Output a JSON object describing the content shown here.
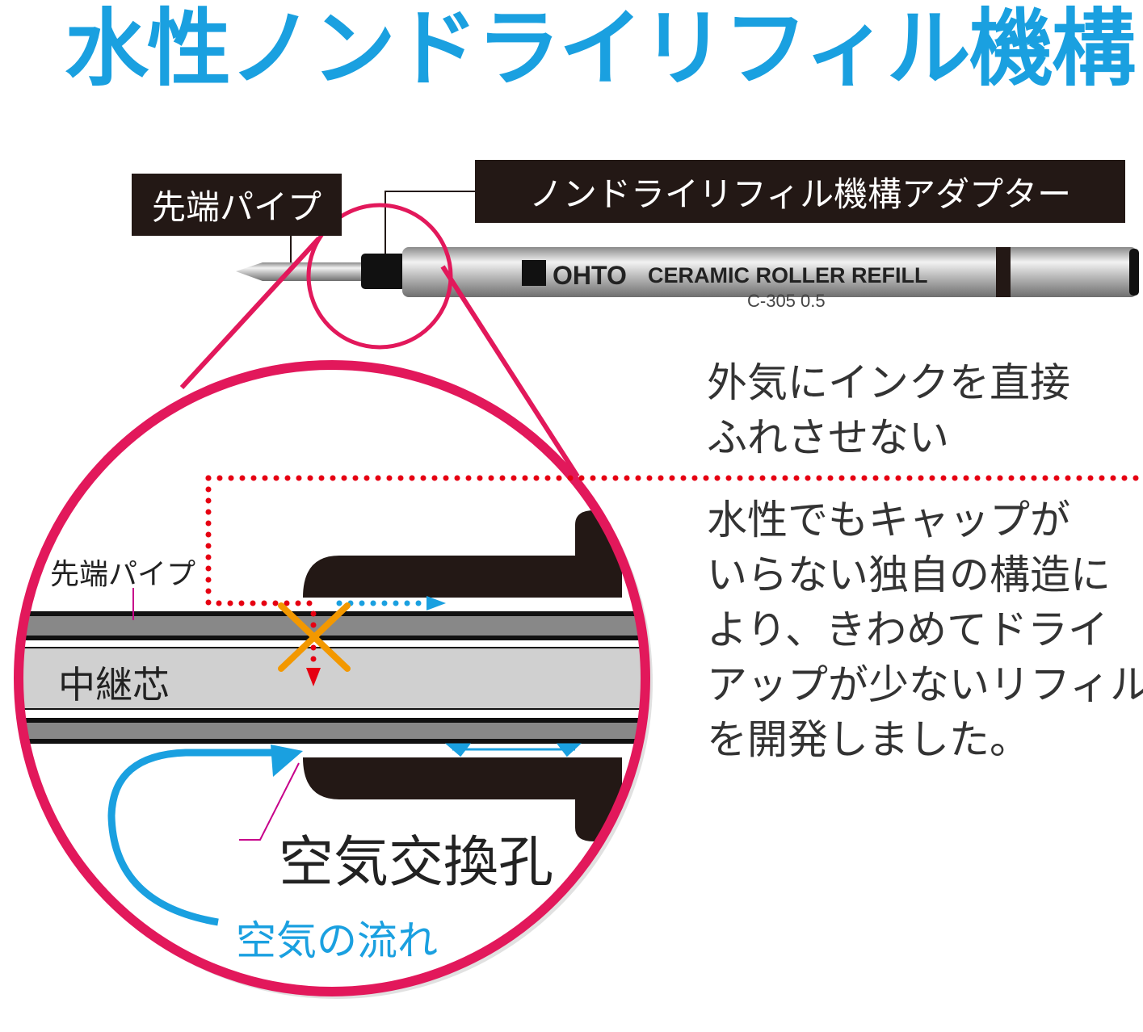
{
  "title": "水性ノンドライリフィル機構",
  "labels": {
    "tip_pipe": "先端パイプ",
    "adapter": "ノンドライリフィル機構アダプター",
    "tip_pipe_inner": "先端パイプ",
    "relay_core": "中継芯",
    "air_hole": "空気交換孔",
    "air_flow": "空気の流れ"
  },
  "refill": {
    "brand": "OHTO",
    "name": "CERAMIC ROLLER  REFILL",
    "model": "C-305 0.5"
  },
  "side_text": {
    "heading_lines": [
      "外気にインクを直接",
      "ふれさせない"
    ],
    "body_lines": [
      "水性でもキャップが",
      "いらない独自の構造に",
      "より、きわめてドライ",
      "アップが少ないリフィル",
      "を開発しました。"
    ]
  },
  "colors": {
    "title": "#1aa0e0",
    "ring": "#e2185b",
    "flow": "#1aa0e0",
    "cross": "#f39800",
    "dots": "#e60012"
  }
}
